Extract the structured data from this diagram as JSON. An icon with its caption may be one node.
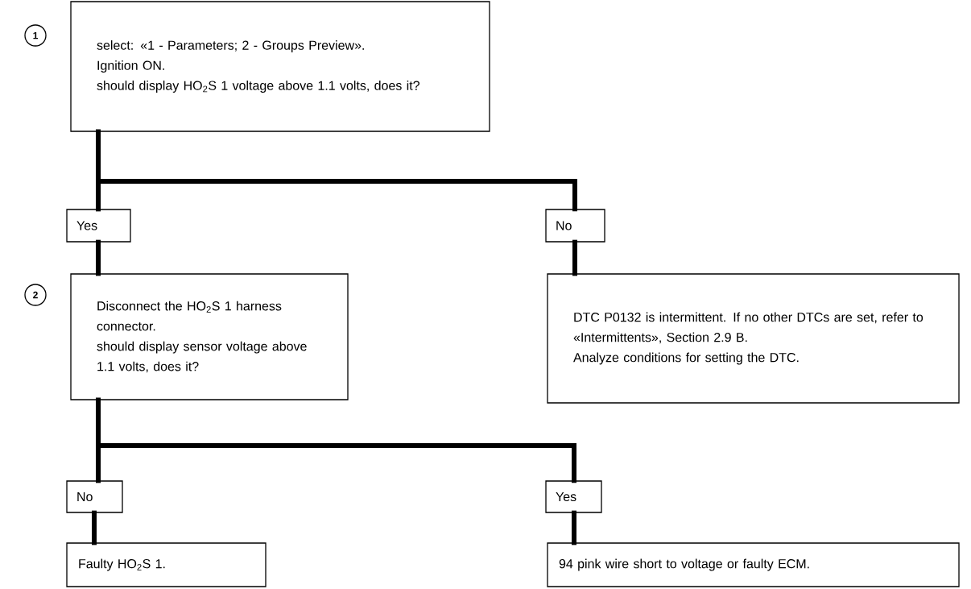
{
  "diagram": {
    "nodes": [
      {
        "text": [
          "1"
        ]
      },
      {
        "text": [
          "select: «1 - Parameters; 2 - Groups Preview».",
          "Ignition ON.",
          "should display HO$_{2}$S 1 voltage above 1.1 volts, does it?"
        ]
      },
      {
        "text": [
          "Yes"
        ]
      },
      {
        "text": [
          "No"
        ]
      },
      {
        "text": [
          "2"
        ]
      },
      {
        "text": [
          "Disconnect the HO$_{2}$S 1 harness connector.",
          "should display sensor voltage above 1.1 volts, does it?"
        ]
      },
      {
        "text": [
          "DTC P0132 is intermittent. If no other DTCs are set, refer to «Intermittents», Section 2.9 B.",
          "Analyze conditions for setting the DTC."
        ]
      },
      {
        "text": [
          "No"
        ]
      },
      {
        "text": [
          "Yes"
        ]
      },
      {
        "text": [
          "Faulty HO$_{2}$S 1."
        ]
      },
      {
        "text": [
          "94 pink wire short to voltage or faulty ECM."
        ]
      }
    ],
    "edges": [
      {
        "from": 1,
        "to": 2,
        "arrow": "none"
      },
      {
        "from": 1,
        "to": 3,
        "arrow": "none"
      },
      {
        "from": 2,
        "to": 5,
        "arrow": "none"
      },
      {
        "from": 3,
        "to": 6,
        "arrow": "none"
      },
      {
        "from": 5,
        "to": 7,
        "arrow": "none"
      },
      {
        "from": 5,
        "to": 8,
        "arrow": "none"
      },
      {
        "from": 7,
        "to": 9,
        "arrow": "none"
      },
      {
        "from": 8,
        "to": 10,
        "arrow": "none"
      }
    ]
  }
}
